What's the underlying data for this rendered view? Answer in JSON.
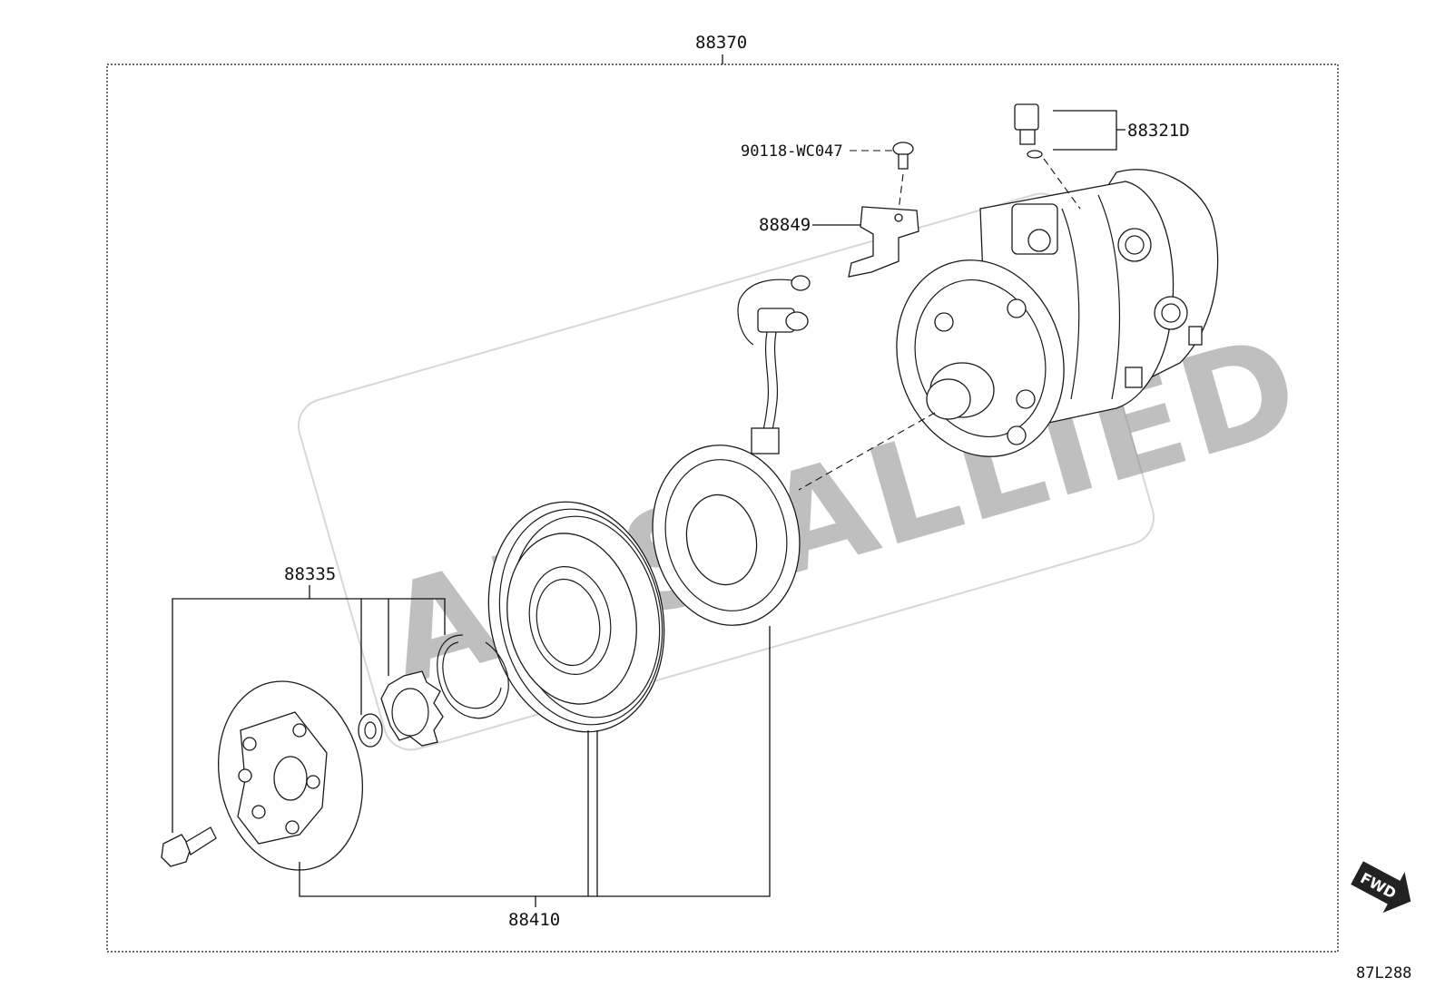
{
  "diagram": {
    "parts": {
      "assembly": "88370",
      "relief_valve": "88321D",
      "screw": "90118-WC047",
      "bracket": "88849",
      "hub_kit": "88335",
      "clutch_assembly": "88410"
    },
    "fwd_indicator": "FWD",
    "diagram_code": "87L288",
    "watermark": "AMS ALLIED"
  }
}
